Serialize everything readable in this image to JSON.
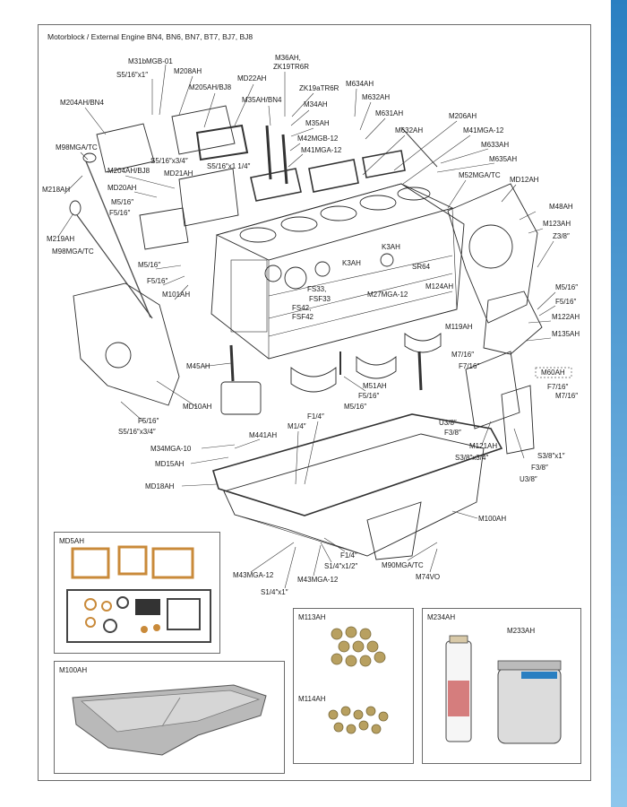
{
  "title": "Motorblock / External Engine BN4, BN6, BN7, BT7, BJ7, BJ8",
  "labels": {
    "M31bMGB_01": "M31bMGB-01",
    "S5_16x1_top": "S5/16″x1″",
    "M208AH": "M208AH",
    "MD22AH": "MD22AH",
    "M205AH_BJ8": "M205AH/BJ8",
    "M36AH": "M36AH,",
    "ZK19TR6R": "ZK19TR6R",
    "M35AH_BN4": "M35AH/BN4",
    "ZK19aTR6R": "ZK19aTR6R",
    "M34AH": "M34AH",
    "M35AH": "M35AH",
    "M42MGB_12": "M42MGB-12",
    "M41MGA_12_a": "M41MGA-12",
    "M634AH": "M634AH",
    "M632AH_a": "M632AH",
    "M631AH": "M631AH",
    "M632AH_b": "M632AH",
    "M206AH": "M206AH",
    "M41MGA_12_b": "M41MGA-12",
    "M633AH": "M633AH",
    "M635AH": "M635AH",
    "M52MGA_TC": "M52MGA/TC",
    "MD12AH": "MD12AH",
    "M204AH_BN4": "M204AH/BN4",
    "M98MGA_TC_a": "M98MGA/TC",
    "S5_16x3_4_a": "S5/16″x3/4″",
    "M204AH_BJ8": "M204AH/BJ8",
    "MD21AH": "MD21AH",
    "S5_16x1_1_4": "S5/16″x1 1/4″",
    "M218AH": "M218AH",
    "MD20AH": "MD20AH",
    "M5_16_a": "M5/16″",
    "F5_16_a": "F5/16″",
    "M219AH": "M219AH",
    "M98MGA_TC_b": "M98MGA/TC",
    "M5_16_b": "M5/16″",
    "F5_16_b": "F5/16″",
    "M101AH": "M101AH",
    "K3AH_a": "K3AH",
    "K3AH_b": "K3AH",
    "FS33": "FS33,",
    "FSF33": "FSF33",
    "FS42": "FS42,",
    "FSF42": "FSF42",
    "M27MGA_12": "M27MGA-12",
    "SR64": "SR64",
    "M124AH": "M124AH",
    "M48AH": "M48AH",
    "M123AH": "M123AH",
    "Z3_8": "Z3/8″",
    "M5_16_c": "M5/16″",
    "F5_16_c": "F5/16″",
    "M122AH": "M122AH",
    "M135AH": "M135AH",
    "M119AH": "M119AH",
    "M7_16_a": "M7/16″",
    "F7_16_a": "F7/16″",
    "M60AH": "M60AH",
    "F7_16_b": "F7/16″",
    "M7_16_b": "M7/16″",
    "M45AH": "M45AH",
    "M51AH": "M51AH",
    "F5_16_d": "F5/16″",
    "M5_16_d": "M5/16″",
    "MD10AH": "MD10AH",
    "F5_16_e": "F5/16″",
    "S5_16x3_4_b": "S5/16″x3/4″",
    "F1_4_a": "F1/4″",
    "M1_4": "M1/4″",
    "U3_8_a": "U3/8″",
    "F3_8_a": "F3/8″",
    "M121AH": "M121AH",
    "S3_8x3_4": "S3/8″x3/4″",
    "S3_8x1": "S3/8″x1″",
    "F3_8_b": "F3/8″",
    "U3_8_b": "U3/8″",
    "M34MGA_10": "M34MGA-10",
    "M441AH": "M441AH",
    "MD15AH": "MD15AH",
    "MD18AH": "MD18AH",
    "M100AH_a": "M100AH",
    "M43MGA_12_a": "M43MGA-12",
    "F1_4_b": "F1/4″",
    "S1_4x1_2": "S1/4″x1/2″",
    "M90MGA_TC": "M90MGA/TC",
    "M74VO": "M74VO",
    "M43MGA_12_b": "M43MGA-12",
    "S1_4x1": "S1/4″x1″"
  },
  "insets": {
    "md5ah": "MD5AH",
    "m100ah": "M100AH",
    "m113ah": "M113AH",
    "m114ah": "M114AH",
    "m234ah": "M234AH",
    "m233ah": "M233AH"
  },
  "colors": {
    "accent_blue": "#2a7fc1",
    "frame": "#6b6b6b",
    "gasket": "#c98a3a",
    "plug": "#b8a060"
  }
}
